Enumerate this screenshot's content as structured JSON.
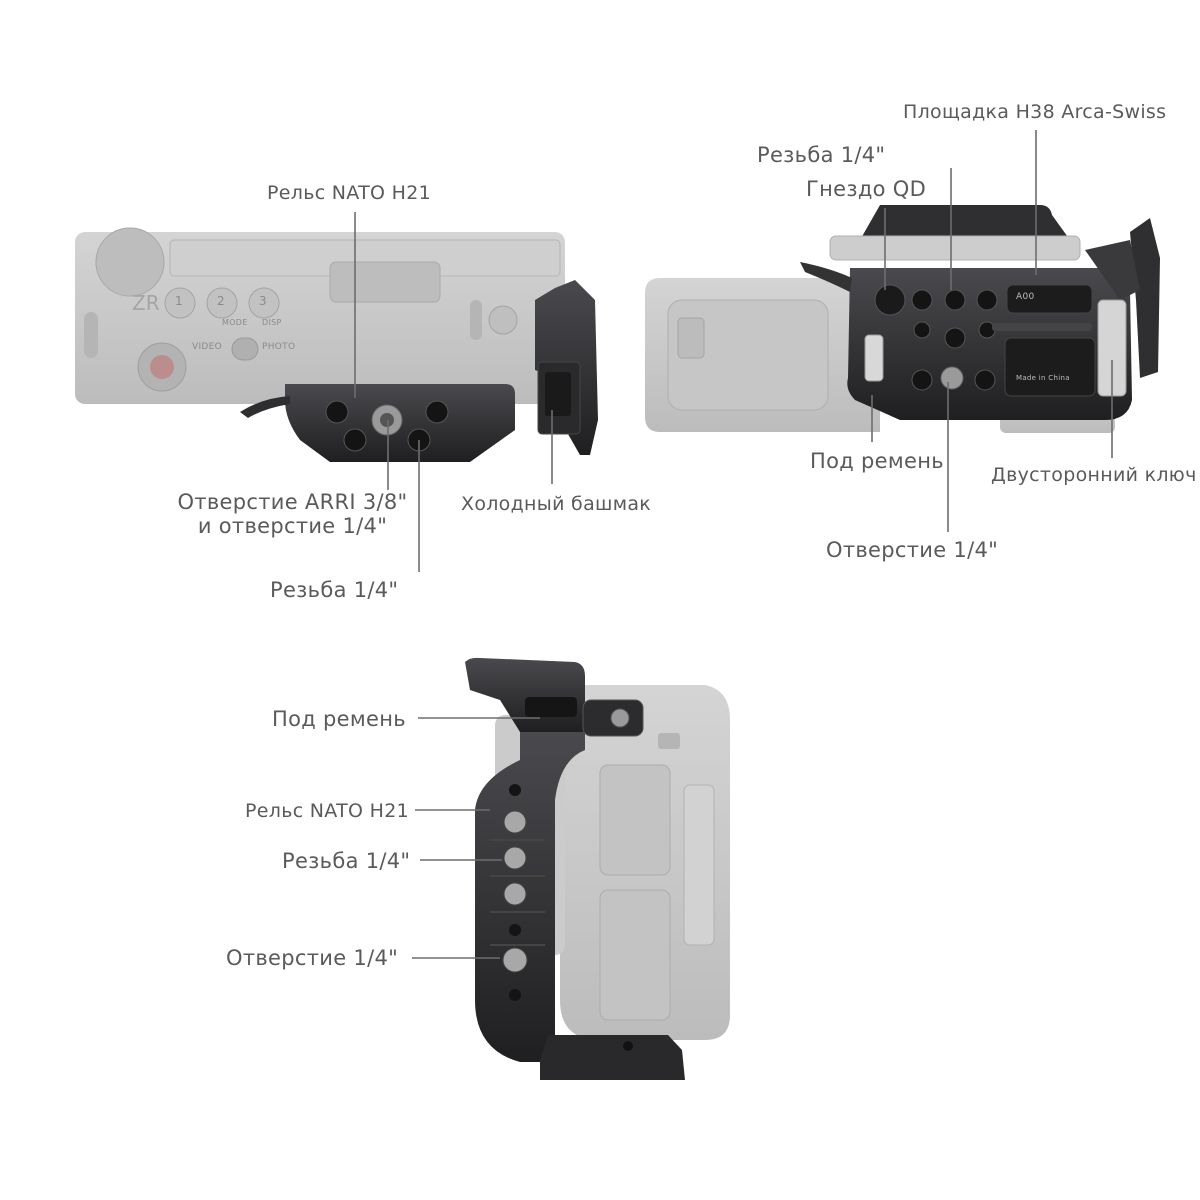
{
  "top_view": {
    "nato_rail": "Рельс NATO H21",
    "arri_hole_line1": "Отверстие ARRI 3/8\"",
    "arri_hole_line2": "и отверстие 1/4\"",
    "cold_shoe": "Холодный башмак",
    "thread_quarter": "Резьба 1/4\"",
    "camera_buttons": [
      "1",
      "2",
      "3"
    ],
    "camera_labels": [
      "PHOTO",
      "VIDEO",
      "MODE",
      "DISP"
    ]
  },
  "bottom_view": {
    "arca_plate": "Площадка H38 Arca-Swiss",
    "thread_quarter": "Резьба 1/4\"",
    "qd_socket": "Гнездо QD",
    "strap_slot": "Под ремень",
    "double_key": "Двусторонний ключ",
    "hole_quarter": "Отверстие 1/4\"",
    "plate_text_1": "A00",
    "plate_text_2": "Made in China"
  },
  "side_view": {
    "strap_slot": "Под ремень",
    "nato_rail": "Рельс NATO H21",
    "thread_quarter": "Резьба 1/4\"",
    "hole_quarter": "Отверстие 1/4\""
  },
  "colors": {
    "metal": "#2b2b2d",
    "metal_edge": "#4a4a4e",
    "camera": "#c9c9c9",
    "camera_dark": "#a9a9a9",
    "leader": "#6d6d6d",
    "text": "#5a5a5a"
  }
}
